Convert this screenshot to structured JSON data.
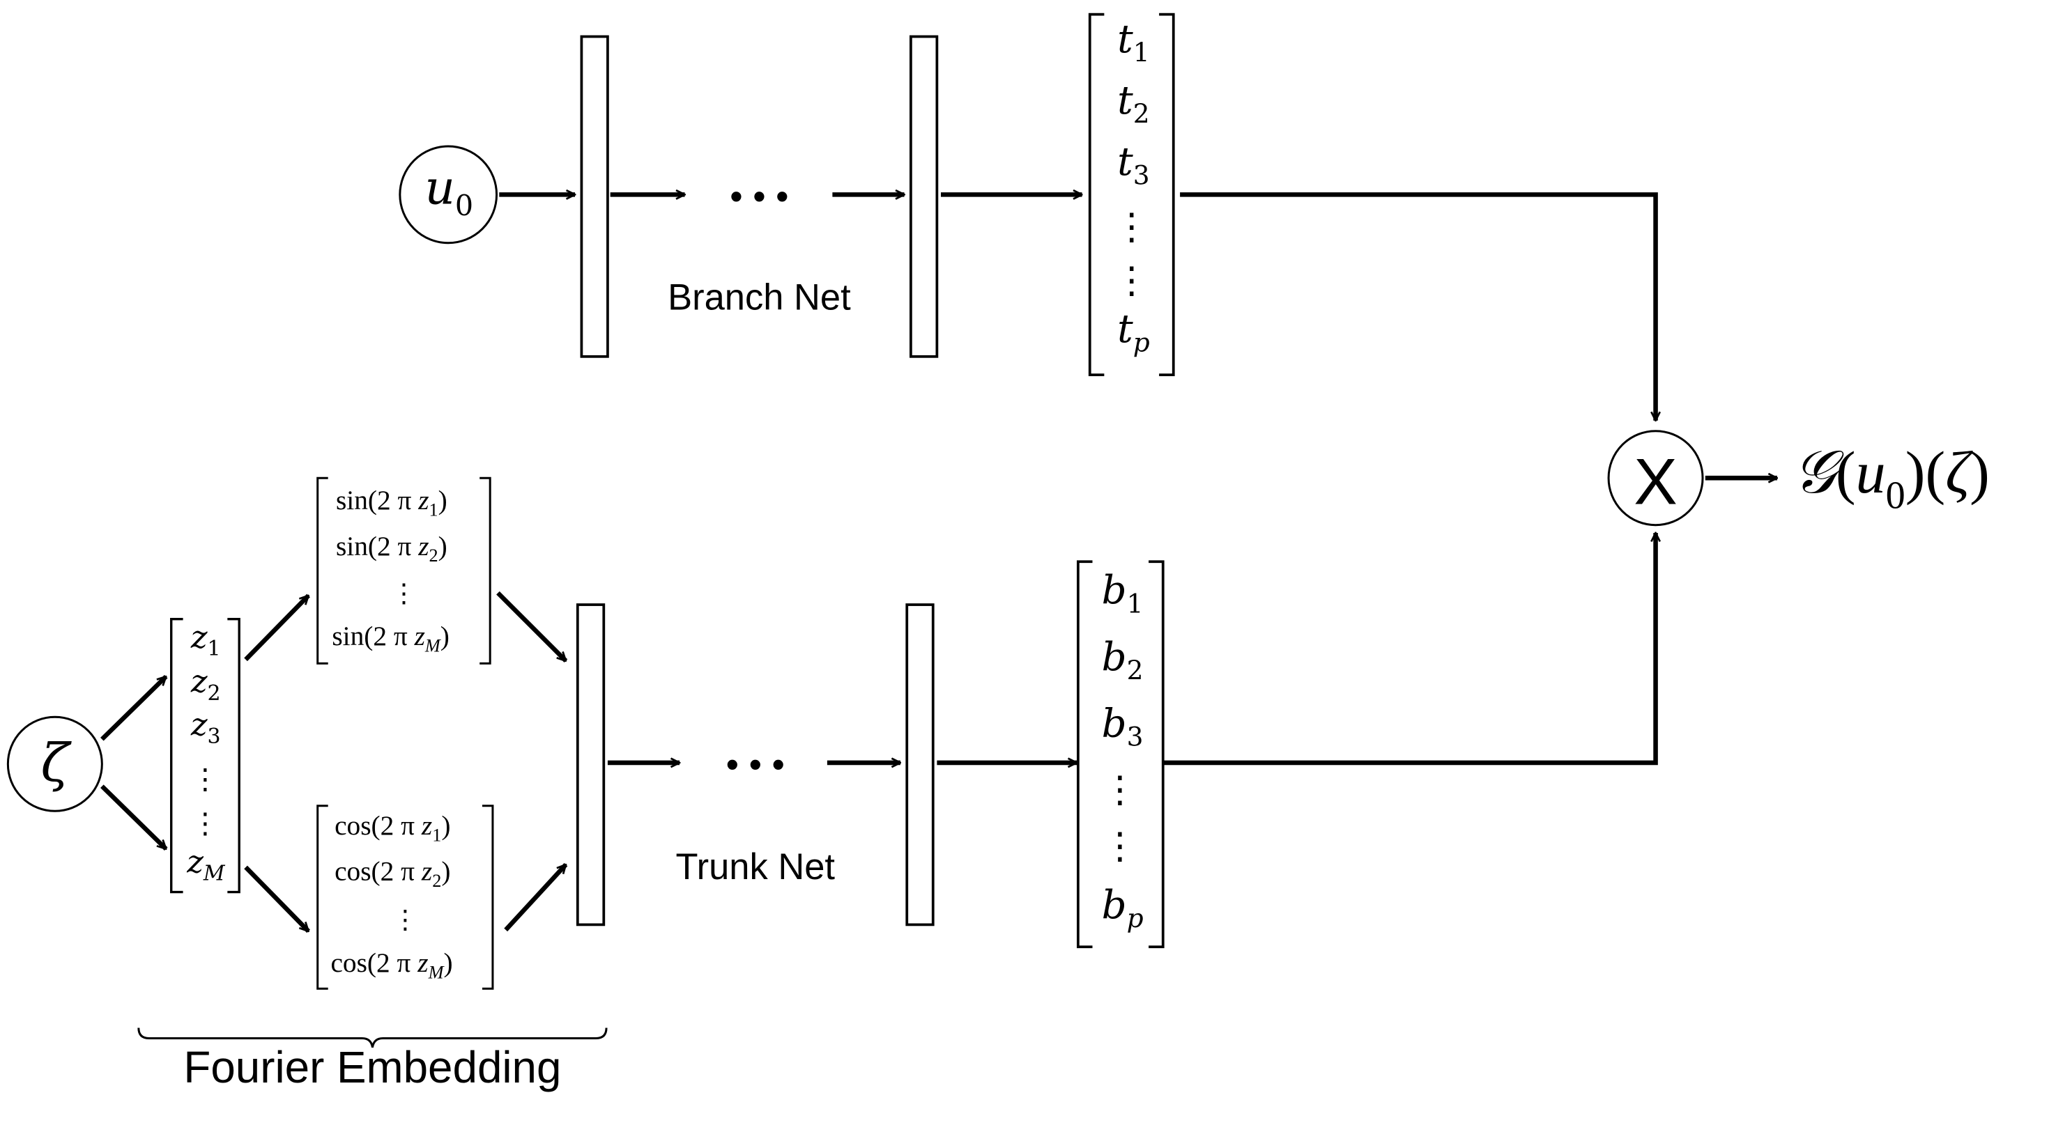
{
  "branch": {
    "input": "u",
    "input_sub": "0",
    "label": "Branch Net",
    "outputs": [
      {
        "base": "t",
        "sub": "1"
      },
      {
        "base": "t",
        "sub": "2"
      },
      {
        "base": "t",
        "sub": "3"
      },
      {
        "base": "t",
        "sub": "p"
      }
    ]
  },
  "trunk": {
    "input": "ζ",
    "label": "Trunk Net",
    "inputs": [
      {
        "base": "z",
        "sub": "1"
      },
      {
        "base": "z",
        "sub": "2"
      },
      {
        "base": "z",
        "sub": "3"
      },
      {
        "base": "z",
        "sub": "M"
      }
    ],
    "sin_terms": [
      {
        "text": "sin(2 π ",
        "var": "z",
        "sub": "1",
        "close": ")"
      },
      {
        "text": "sin(2 π ",
        "var": "z",
        "sub": "2",
        "close": ")"
      },
      {
        "text": "sin(2 π ",
        "var": "z",
        "sub": "M",
        "close": ")"
      }
    ],
    "cos_terms": [
      {
        "text": "cos(2 π ",
        "var": "z",
        "sub": "1",
        "close": ")"
      },
      {
        "text": "cos(2 π ",
        "var": "z",
        "sub": "2",
        "close": ")"
      },
      {
        "text": "cos(2 π ",
        "var": "z",
        "sub": "M",
        "close": ")"
      }
    ],
    "outputs": [
      {
        "base": "b",
        "sub": "1"
      },
      {
        "base": "b",
        "sub": "2"
      },
      {
        "base": "b",
        "sub": "3"
      },
      {
        "base": "b",
        "sub": "p"
      }
    ]
  },
  "embedding_label": "Fourier Embedding",
  "ellipsis": "• • •",
  "vdots": "⋮",
  "product_symbol": "X",
  "output": {
    "g": "𝒢",
    "open1": "(",
    "u": "u",
    "u_sub": "0",
    "close1": ")",
    "open2": "(",
    "zeta": "ζ",
    "close2": ")"
  }
}
